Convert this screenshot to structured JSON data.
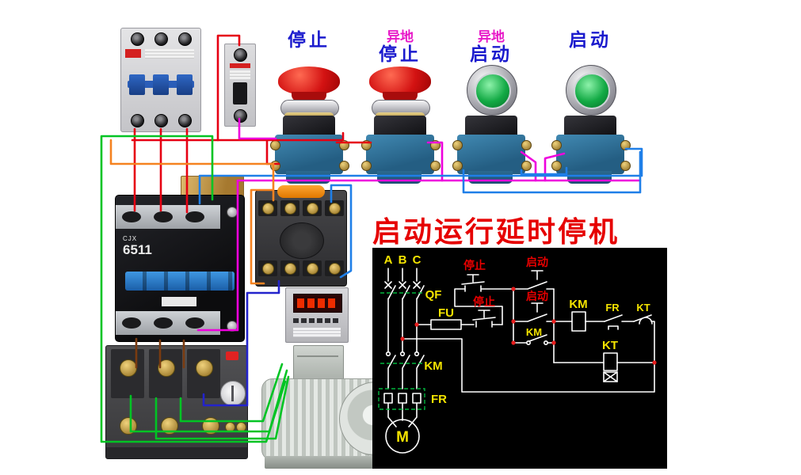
{
  "palette": {
    "background": "#ffffff",
    "title_red": "#e60000",
    "button_label_blue": "#1a1acd",
    "button_label_magenta": "#e818c8",
    "wire_red": "#e60012",
    "wire_magenta": "#ee00dd",
    "wire_blue": "#1f7fe8",
    "wire_navy": "#2323cc",
    "wire_orange": "#f58220",
    "wire_brown": "#7a3b10",
    "wire_green": "#00c424",
    "schematic_bg": "#000000",
    "schematic_line": "#ffffff",
    "schematic_label_yellow": "#f5e400",
    "schematic_label_red": "#e80000",
    "schematic_dashed_green": "#00b43c",
    "junction_dot": "#e81c1c"
  },
  "title": "启动运行延时停机",
  "push_buttons": [
    {
      "name": "stop-local",
      "line1": "",
      "line2": "停止",
      "cap": "red"
    },
    {
      "name": "stop-remote",
      "line1": "异地",
      "line2": "停止",
      "cap": "red"
    },
    {
      "name": "start-remote",
      "line1": "异地",
      "line2": "启动",
      "cap": "green"
    },
    {
      "name": "start-local",
      "line1": "",
      "line2": "启动",
      "cap": "green"
    }
  ],
  "contactor": {
    "series": "CJX",
    "model": "6511"
  },
  "schematic": {
    "phase_a": "A",
    "phase_b": "B",
    "phase_c": "C",
    "breaker": "QF",
    "fuse": "FU",
    "stop_upper": "停止",
    "stop_lower": "停止",
    "start_upper": "启动",
    "start_lower": "启动",
    "km_aux": "KM",
    "km_coil": "KM",
    "fr_contact": "FR",
    "kt_contact": "KT",
    "kt_coil": "KT",
    "km_main": "KM",
    "fr_main": "FR",
    "motor": "M"
  }
}
